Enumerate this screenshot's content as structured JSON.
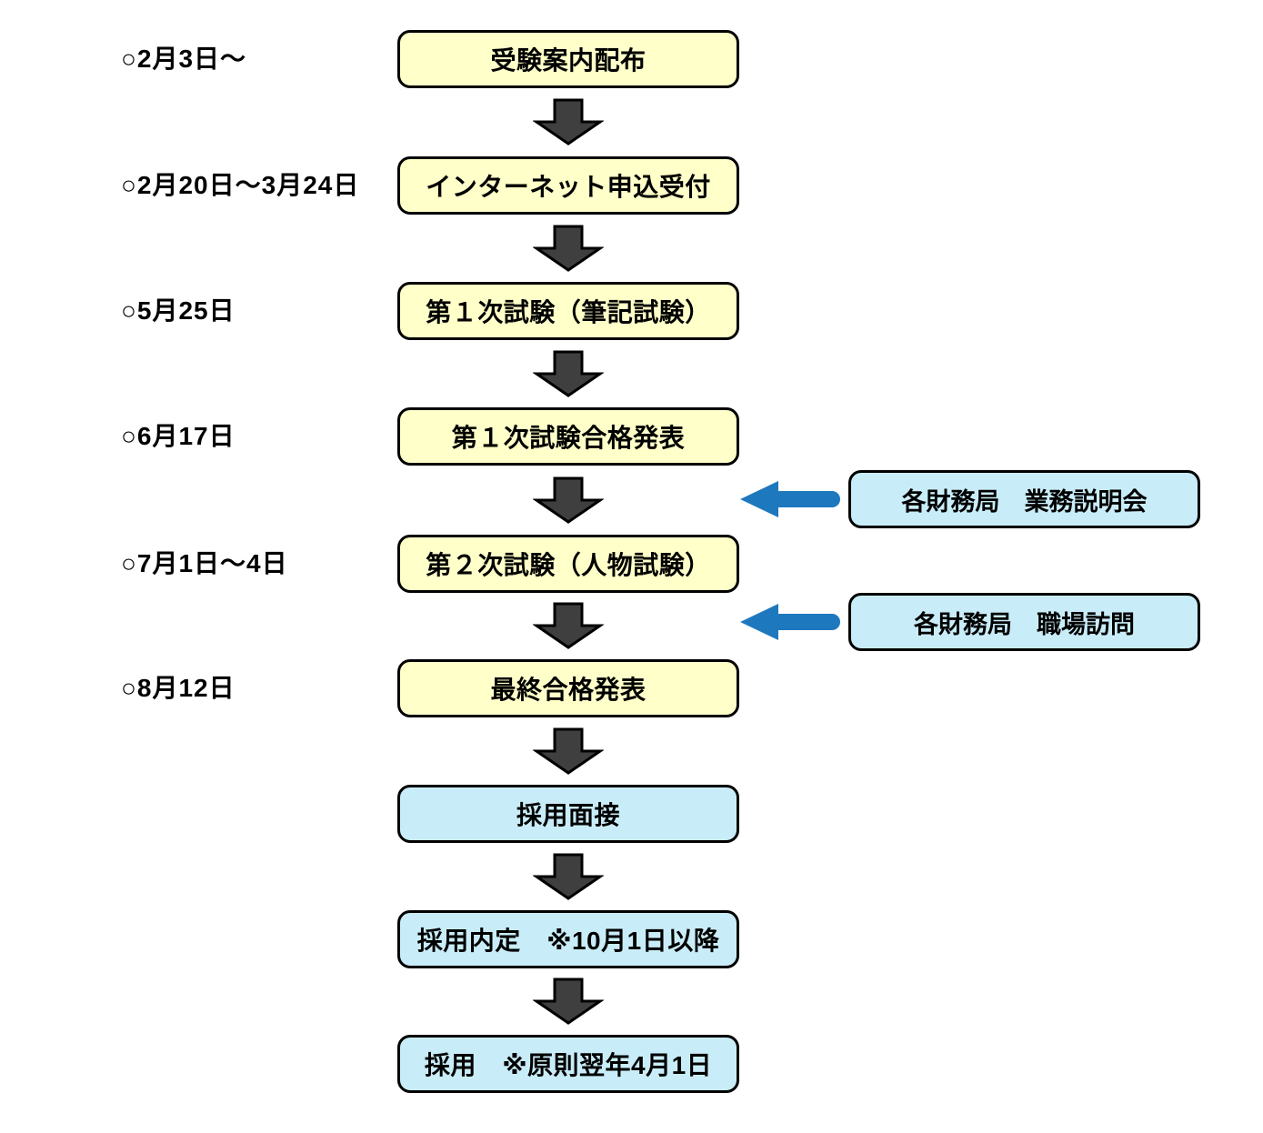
{
  "rows": [
    {
      "date": "○2月3日〜",
      "label": "受験案内配布"
    },
    {
      "date": "○2月20日〜3月24日",
      "label": "インターネット申込受付"
    },
    {
      "date": "○5月25日",
      "label": "第１次試験（筆記試験）"
    },
    {
      "date": "○6月17日",
      "label": "第１次試験合格発表"
    },
    {
      "date": "○7月1日〜4日",
      "label": "第２次試験（人物試験）"
    },
    {
      "date": "○8月12日",
      "label": "最終合格発表"
    },
    {
      "date": "",
      "label": "採用面接"
    },
    {
      "date": "",
      "label": "採用内定　※10月1日以降"
    },
    {
      "date": "",
      "label": "採用　※原則翌年4月1日"
    }
  ],
  "side_boxes": [
    {
      "label": "各財務局　業務説明会"
    },
    {
      "label": "各財務局　職場訪問"
    }
  ],
  "colors": {
    "yellow_box": "#FFFFC9",
    "cyan_box": "#C9EDF8",
    "box_border": "#000000",
    "down_arrow_fill": "#3F3F3F",
    "down_arrow_stroke": "#000000",
    "blue_arrow": "#1E78BE",
    "text": "#000000",
    "background": "#FFFFFF"
  }
}
